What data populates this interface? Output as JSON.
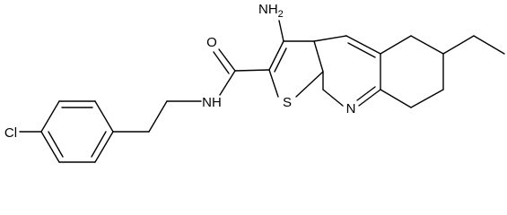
{
  "molecule": {
    "atom_labels": {
      "amine": "NH2",
      "carbonyl_oxygen": "O",
      "amide_nitrogen": "NH",
      "thiophene_sulfur": "S",
      "pyridine_nitrogen": "N",
      "chlorine": "Cl"
    }
  }
}
